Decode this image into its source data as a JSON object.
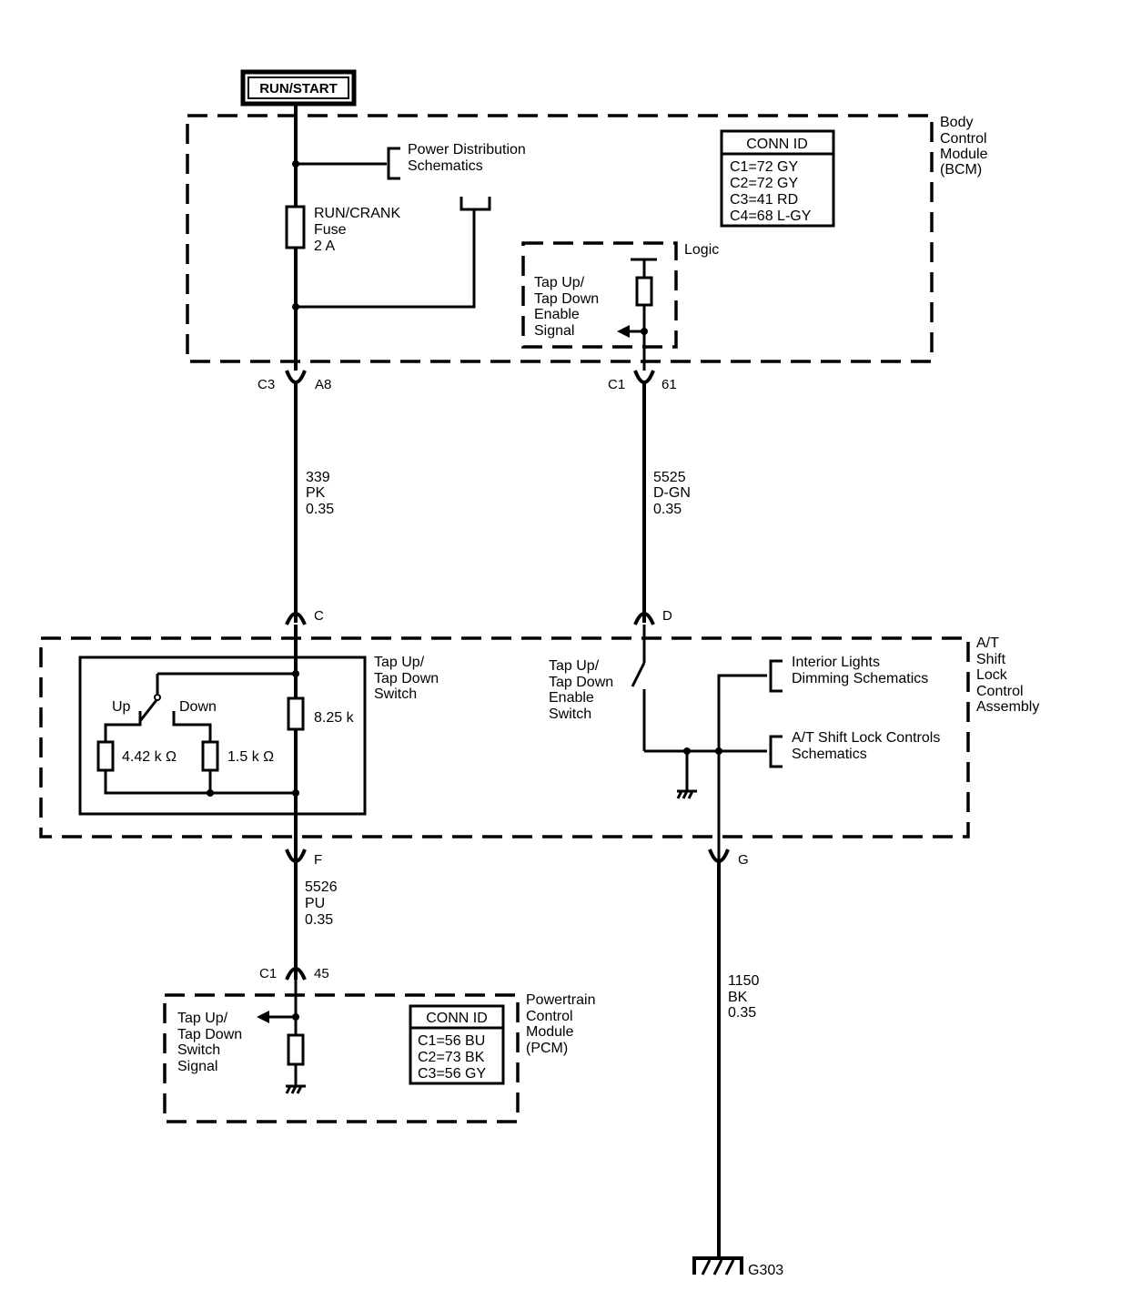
{
  "power_source": "RUN/START",
  "bcm": {
    "name_lines": [
      "Body",
      "Control",
      "Module",
      "(BCM)"
    ],
    "power_dist_lines": [
      "Power Distribution",
      "Schematics"
    ],
    "fuse_lines": [
      "RUN/CRANK",
      "Fuse",
      "2 A"
    ],
    "logic_label": "Logic",
    "enable_signal_lines": [
      "Tap Up/",
      "Tap Down",
      "Enable",
      "Signal"
    ],
    "conn_id": {
      "header": "CONN ID",
      "rows": [
        "C1=72 GY",
        "C2=72 GY",
        "C3=41 RD",
        "C4=68 L-GY"
      ]
    }
  },
  "connectors": {
    "bcm_left_conn": "C3",
    "bcm_left_pin": "A8",
    "bcm_right_conn": "C1",
    "bcm_right_pin": "61",
    "shift_c": "C",
    "shift_d": "D",
    "shift_f": "F",
    "shift_g": "G",
    "pcm_conn": "C1",
    "pcm_pin": "45"
  },
  "wires": {
    "w339": [
      "339",
      "PK",
      "0.35"
    ],
    "w5525": [
      "5525",
      "D-GN",
      "0.35"
    ],
    "w5526": [
      "5526",
      "PU",
      "0.35"
    ],
    "w1150": [
      "1150",
      "BK",
      "0.35"
    ]
  },
  "shift_lock": {
    "name_lines": [
      "A/T",
      "Shift",
      "Lock",
      "Control",
      "Assembly"
    ],
    "switch_lines": [
      "Tap Up/",
      "Tap Down",
      "Switch"
    ],
    "up_label": "Up",
    "down_label": "Down",
    "r1": "4.42 k Ω",
    "r2": "1.5 k Ω",
    "r3": "8.25 k",
    "enable_switch_lines": [
      "Tap Up/",
      "Tap Down",
      "Enable",
      "Switch"
    ],
    "interior_lines": [
      "Interior Lights",
      "Dimming Schematics"
    ],
    "atshift_lines": [
      "A/T Shift Lock Controls",
      "Schematics"
    ]
  },
  "pcm": {
    "name_lines": [
      "Powertrain",
      "Control",
      "Module",
      "(PCM)"
    ],
    "signal_lines": [
      "Tap Up/",
      "Tap Down",
      "Switch",
      "Signal"
    ],
    "conn_id": {
      "header": "CONN ID",
      "rows": [
        "C1=56 BU",
        "C2=73 BK",
        "C3=56 GY"
      ]
    }
  },
  "ground_label": "G303"
}
